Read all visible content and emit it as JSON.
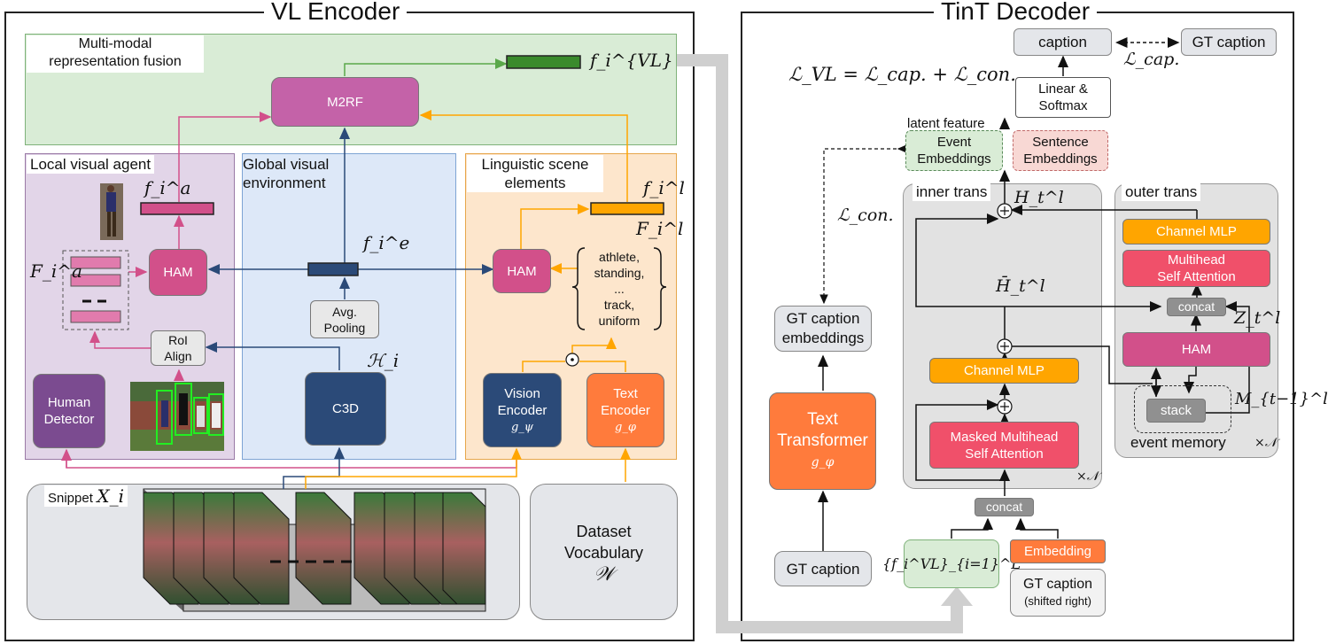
{
  "encoder": {
    "title": "VL Encoder",
    "fusion_label": "Multi-modal\nrepresentation fusion",
    "m2rf": "M2RF",
    "f_vl": "f_i^{VL}",
    "local": {
      "title": "Local visual agent",
      "f_a": "f_i^a",
      "F_a": "F_i^a",
      "ham": "HAM",
      "roi": "RoI\nAlign",
      "detector": "Human\nDetector"
    },
    "global": {
      "title": "Global visual\nenvironment",
      "f_e": "f_i^e",
      "pool": "Avg.\nPooling",
      "c3d": "C3D",
      "H": "ℋ_i"
    },
    "ling": {
      "title": "Linguistic scene\nelements",
      "f_l": "f_i^l",
      "F_l": "F_i^l",
      "ham": "HAM",
      "words": "athlete,\nstanding,\n...\ntrack,\nuniform",
      "vision_encoder": "Vision\nEncoder",
      "vision_sub": "g_ψ",
      "text_encoder": "Text\nEncoder",
      "text_sub": "g_φ",
      "odot": "⊙"
    },
    "snippet": "Snippet",
    "snippet_math": "X_i",
    "vocab": "Dataset\nVocabulary",
    "vocab_math": "𝒲"
  },
  "decoder": {
    "title": "TinT Decoder",
    "loss_vl": "ℒ_VL = ℒ_cap. + ℒ_con.",
    "loss_cap": "ℒ_cap.",
    "loss_con": "ℒ_con.",
    "caption": "caption",
    "gt_caption": "GT caption",
    "linear": "Linear &\nSoftmax",
    "latent": "latent feature",
    "event_emb": "Event\nEmbeddings",
    "sent_emb": "Sentence\nEmbeddings",
    "inner": "inner trans",
    "outer": "outer trans",
    "H_t": "H_t^l",
    "Hbar_t": "H̄_t^l",
    "Z_t": "Z_t^l",
    "M_t": "M_{t−1}^l",
    "channel_mlp": "Channel MLP",
    "multihead": "Multihead\nSelf Attention",
    "masked_multihead": "Masked Multihead\nSelf Attention",
    "concat": "concat",
    "ham": "HAM",
    "stack": "stack",
    "event_memory": "event memory",
    "times_n": "×𝒩",
    "gt_emb": "GT caption\nembeddings",
    "text_transformer": "Text\nTransformer",
    "tt_sub": "g_φ",
    "gt_caption_bottom": "GT caption",
    "fvl_set": "{f_i^VL}_{i=1}^L",
    "embedding": "Embedding",
    "gt_shifted": "GT caption",
    "shifted": "(shifted right)"
  },
  "colors": {
    "magenta": "#d2508a",
    "m2rf": "#c462a8",
    "navy": "#2b4a78",
    "orange": "#ff7b3c",
    "amber": "#ffa500",
    "purple": "#7b4b90",
    "red": "#f0506a",
    "green_bar": "#3a8a2c",
    "fusion_bg": "#d9ecd6",
    "local_bg": "#e2d5e8",
    "global_bg": "#dde8f8",
    "ling_bg": "#fde6cc"
  }
}
